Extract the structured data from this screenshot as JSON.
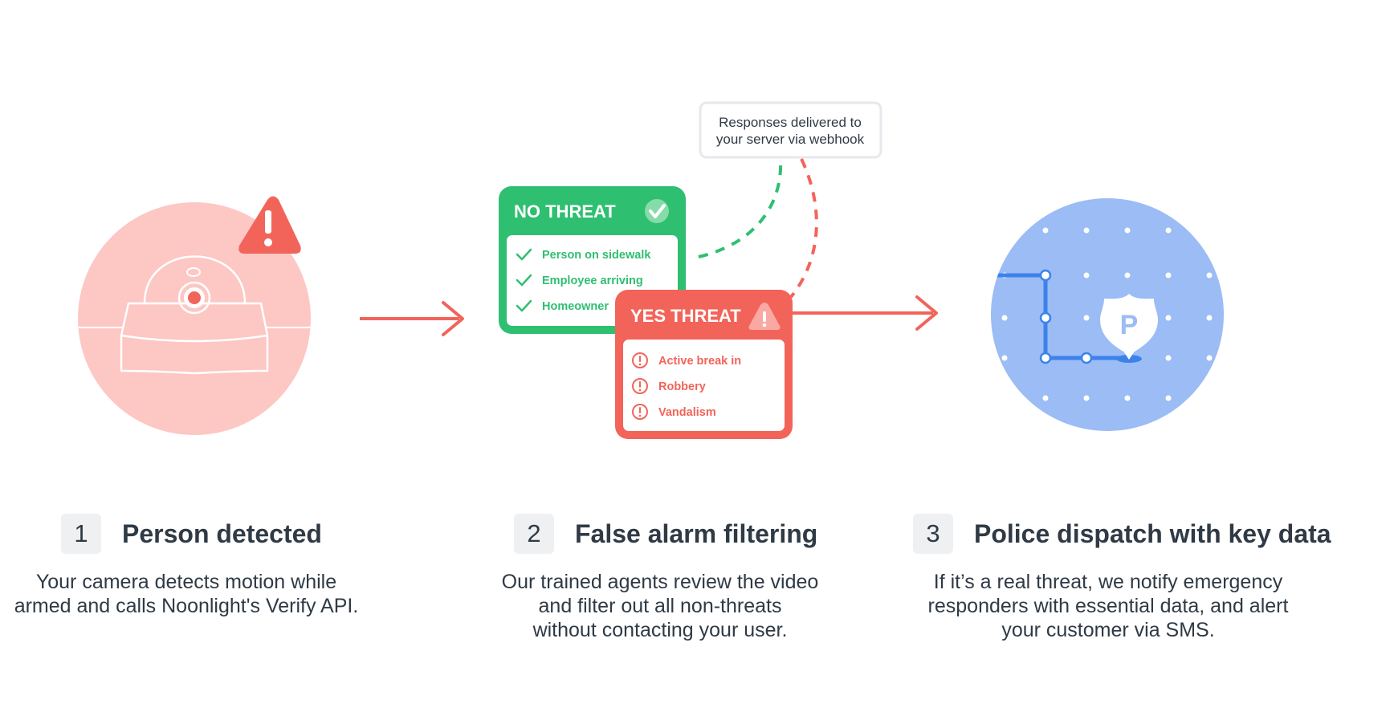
{
  "colors": {
    "green": "#2fbf71",
    "red": "#f2645a",
    "pink": "#fdc7c4",
    "blue": "#9bbcf5",
    "route_blue": "#3d82ea",
    "text": "#2f3a45"
  },
  "callout": {
    "line1": "Responses delivered to",
    "line2": "your server via webhook"
  },
  "no_threat": {
    "title": "NO THREAT",
    "icon": "check-circle-icon",
    "items": [
      "Person on sidewalk",
      "Employee arriving",
      "Homeowner"
    ]
  },
  "yes_threat": {
    "title": "YES THREAT",
    "icon": "warning-triangle-icon",
    "items": [
      "Active break in",
      "Robbery",
      "Vandalism"
    ]
  },
  "police_badge": {
    "letter": "P"
  },
  "steps": [
    {
      "number": "1",
      "title": "Person detected",
      "description": "Your camera detects motion while\narmed and calls Noonlight's Verify API."
    },
    {
      "number": "2",
      "title": "False alarm filtering",
      "description": "Our trained agents review the video\nand filter out all non-threats\nwithout contacting your user."
    },
    {
      "number": "3",
      "title": "Police dispatch with key data",
      "description": "If it’s a real threat, we notify emergency\nresponders with essential data, and alert\nyour customer via SMS."
    }
  ]
}
